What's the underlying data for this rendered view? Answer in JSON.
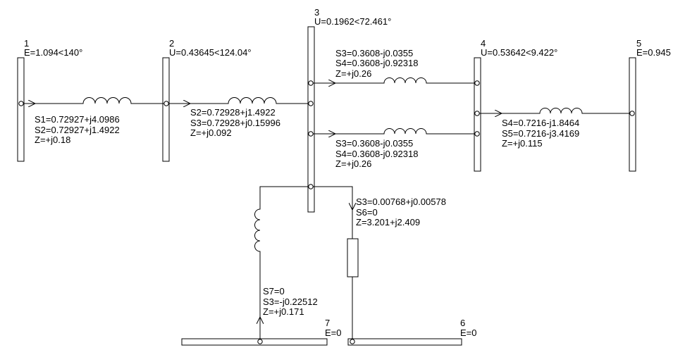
{
  "buses": [
    {
      "id": "1",
      "value": "E=1.094<140°"
    },
    {
      "id": "2",
      "value": "U=0.43645<124.04°"
    },
    {
      "id": "3",
      "value": "U=0.1962<72.461°"
    },
    {
      "id": "4",
      "value": "U=0.53642<9.422°"
    },
    {
      "id": "5",
      "value": "E=0.945"
    },
    {
      "id": "6",
      "value": "E=0"
    },
    {
      "id": "7",
      "value": "E=0"
    }
  ],
  "branches": {
    "b12": [
      "S1=0.72927+j4.0986",
      "S2=0.72927+j1.4922",
      "Z=+j0.18"
    ],
    "b23": [
      "S2=0.72928+j1.4922",
      "S3=0.72928+j0.15996",
      "Z=+j0.092"
    ],
    "b34a": [
      "S3=0.3608-j0.0355",
      "S4=0.3608-j0.92318",
      "Z=+j0.26"
    ],
    "b34b": [
      "S3=0.3608-j0.0355",
      "S4=0.3608-j0.92318",
      "Z=+j0.26"
    ],
    "b45": [
      "S4=0.7216-j1.8464",
      "S5=0.7216-j3.4169",
      "Z=+j0.115"
    ],
    "b36": [
      "S3=0.00768+j0.00578",
      "S6=0",
      "Z=3.201+j2.409"
    ],
    "b37": [
      "S7=0",
      "S3=-j0.22512",
      "Z=+j0.171"
    ]
  }
}
